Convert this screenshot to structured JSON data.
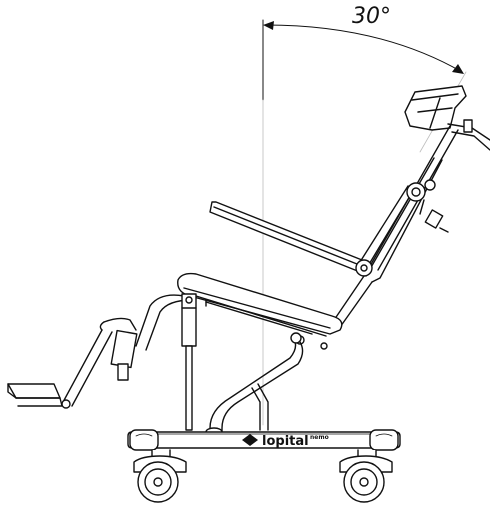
{
  "annotation": {
    "recline_angle": "30°"
  },
  "branding": {
    "logo_text": "lopital",
    "model_text": "nemo"
  },
  "colors": {
    "line": "#111111",
    "guide": "#bdbdbd",
    "fill": "#ffffff",
    "shade": "#e8e8e8"
  }
}
